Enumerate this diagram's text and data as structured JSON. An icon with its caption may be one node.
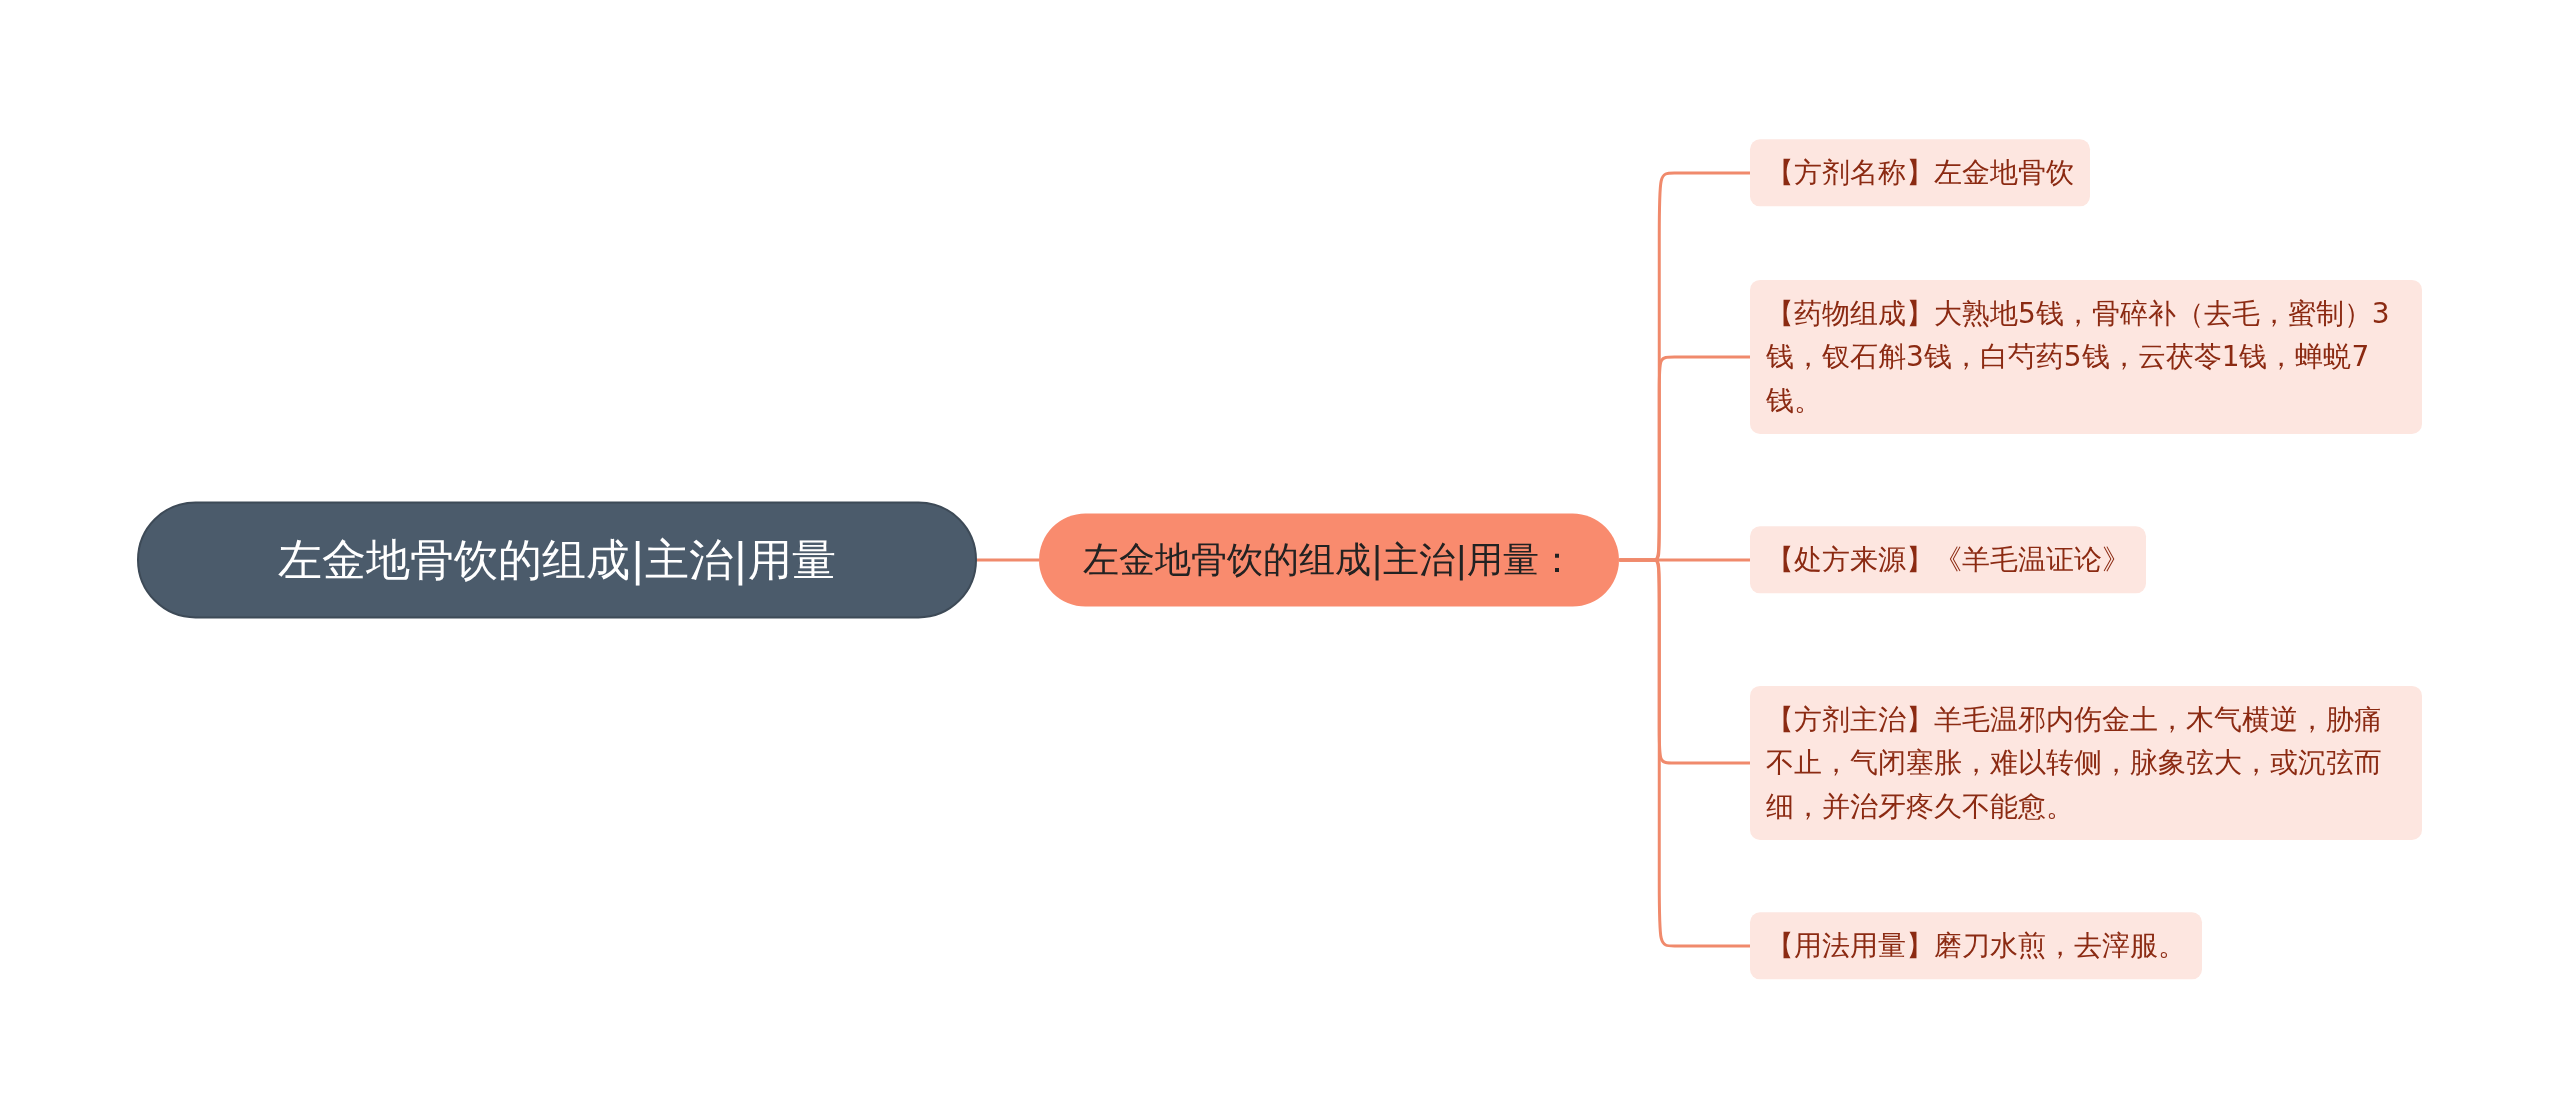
{
  "diagram": {
    "nodes": [
      {
        "text": [
          "左金地骨饮的组成|主治|用量"
        ]
      },
      {
        "text": [
          "左金地骨饮的组成|主治|用量："
        ]
      },
      {
        "text": [
          "【方剂名称】左金地骨饮"
        ]
      },
      {
        "text": [
          "【药物组成】大熟地5钱，骨碎补（去毛，蜜制）3钱，钗石斛3钱，白芍药5钱，云茯苓1钱，蝉蜕7钱。"
        ]
      },
      {
        "text": [
          "【处方来源】《羊毛温证论》"
        ]
      },
      {
        "text": [
          "【方剂主治】羊毛温邪内伤金土，木气横逆，胁痛不止，气闭塞胀，难以转侧，脉象弦大，或沉弦而细，并治牙疼久不能愈。"
        ]
      },
      {
        "text": [
          "【用法用量】磨刀水煎，去滓服。"
        ]
      }
    ],
    "edges": [
      {
        "from": 0,
        "to": 1,
        "arrow": "none"
      },
      {
        "from": 1,
        "to": 2,
        "arrow": "none"
      },
      {
        "from": 1,
        "to": 3,
        "arrow": "none"
      },
      {
        "from": 1,
        "to": 4,
        "arrow": "none"
      },
      {
        "from": 1,
        "to": 5,
        "arrow": "none"
      },
      {
        "from": 1,
        "to": 6,
        "arrow": "none"
      }
    ]
  }
}
